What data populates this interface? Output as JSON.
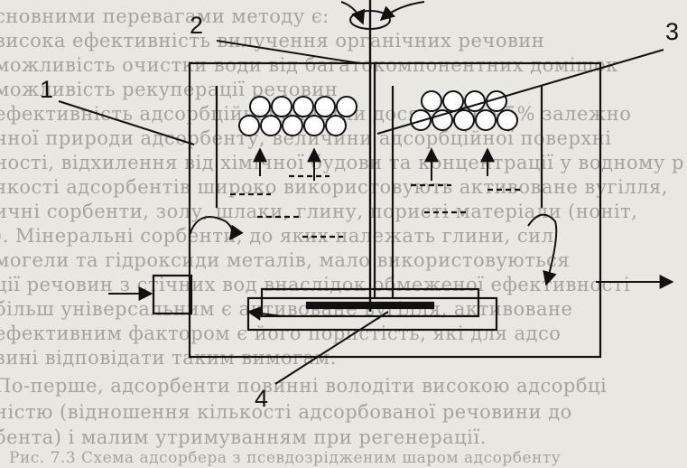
{
  "diagram": {
    "labels": [
      {
        "id": "1",
        "text": "1"
      },
      {
        "id": "2",
        "text": "2"
      },
      {
        "id": "3",
        "text": "3"
      },
      {
        "id": "4",
        "text": "4"
      }
    ]
  },
  "background_text": [
    "сновними перевагами методу є:",
    "висока ефективність вилучення органічних речовин",
    "можливість очистки води від багатокомпонентних домішок",
    "можливість рекуперації речовин",
    "ефективність адсорбційної очистки досягає 80-95% залежно",
    "чної природи адсорбенту, величини адсорбційної поверхні",
    "ності, відхилення від хімічної будови та концентрації у водному р",
    "якості адсорбентів широко використовують активоване вугілля,",
    "ичні сорбенти, золу, шлаки, глину, пористі матеріали (ноніт,",
    "). Мінеральні сорбенти, до яких належать глини, сил",
    "могели та гідроксиди металів, мало використовуються",
    "ції речовин з стічних вод внаслідок обмеженої ефективності",
    "більш універсальним є активоване вугілля, активоване",
    "ефективним фактором є його пористість, які для адсо",
    "вині відповідати таким вимогам:",
    "По-перше, адсорбенти повинні володіти високою адсорбці",
    "ністю (відношення кількості адсорбованої речовини до",
    "бента) і малим утримуванням при регенерації.",
    "Рис. 7.3 Схема адсорбера з псевдозрідженим шаром адсорбенту"
  ]
}
